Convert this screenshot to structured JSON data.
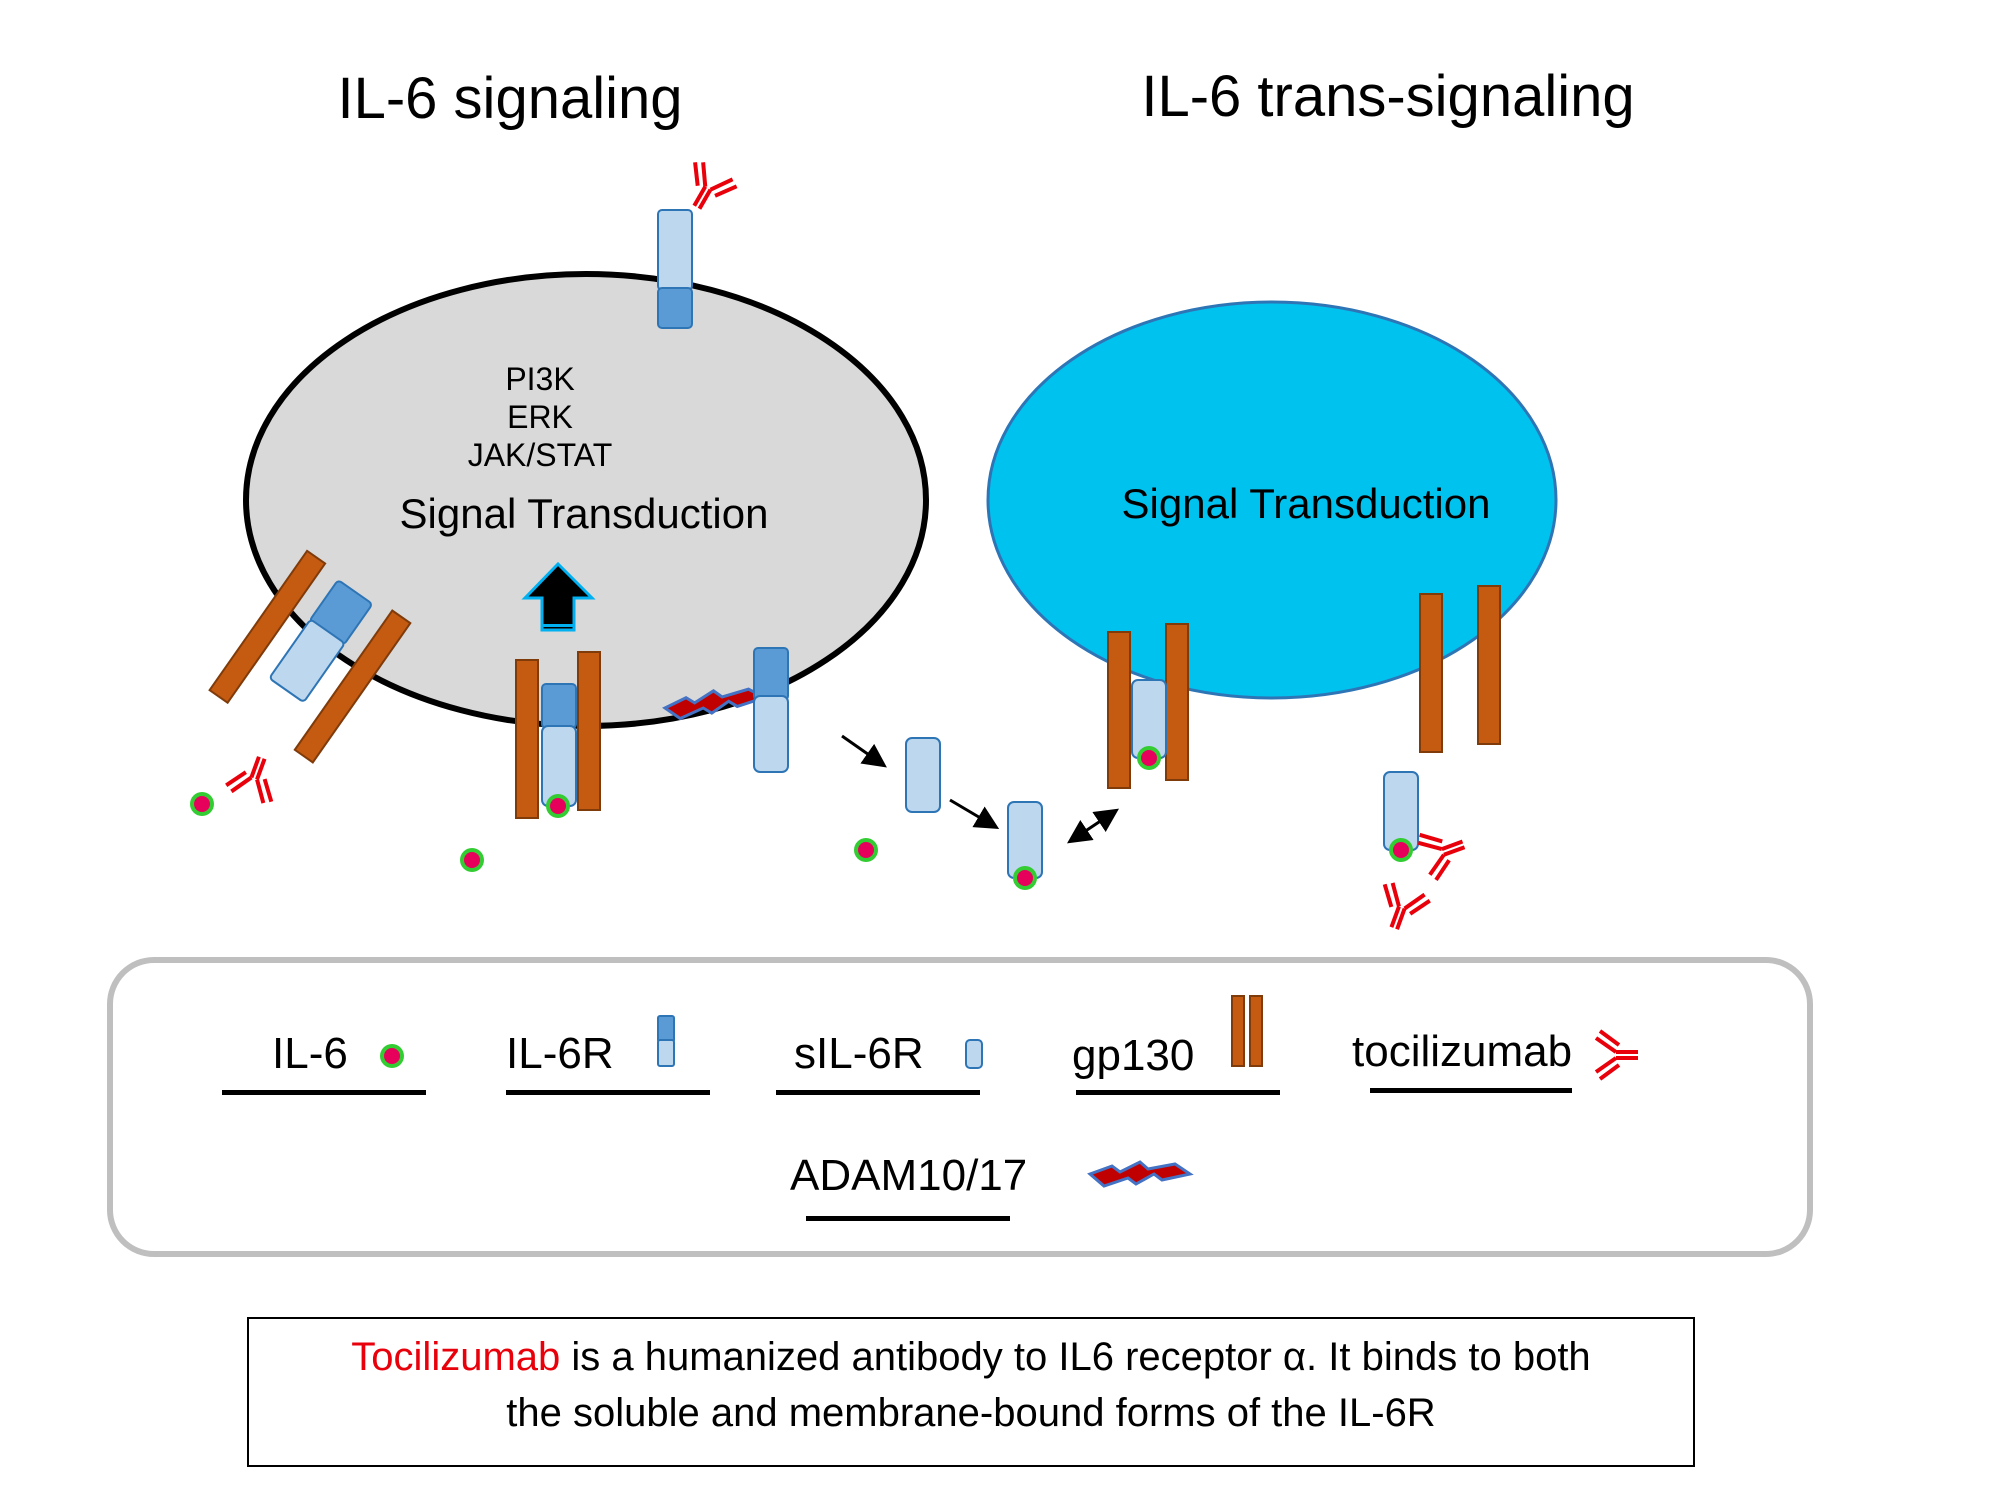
{
  "titles": {
    "left": "IL-6 signaling",
    "right": "IL-6 trans-signaling"
  },
  "left_cell": {
    "pathways": [
      "PI3K",
      "ERK",
      "JAK/STAT"
    ],
    "label": "Signal Transduction",
    "fill_color": "#d9d9d9"
  },
  "right_cell": {
    "label": "Signal Transduction",
    "fill_color": "#00c2ef"
  },
  "legend": {
    "items": {
      "il6": "IL-6",
      "il6r": "IL-6R",
      "sil6r": "sIL-6R",
      "gp130": "gp130",
      "tocilizumab": "tocilizumab",
      "adam": "ADAM10/17"
    }
  },
  "caption": {
    "highlight": "Tocilizumab",
    "line1_rest": " is a humanized antibody to IL6 receptor α.  It binds to both",
    "line2": "the soluble and membrane-bound forms of the IL-6R"
  },
  "colors": {
    "gp130": "#c55a11",
    "receptor_light": "#bdd7ee",
    "receptor_dark": "#5b9bd5",
    "il6_core": "#e6005c",
    "il6_ring": "#33cc33",
    "antibody": "#e8000b",
    "adam_fill": "#c00000",
    "adam_edge": "#4472c4"
  },
  "icons": {
    "antibody": "y-shaped-antibody-icon",
    "il6": "dot-icon",
    "adam": "lightning-enzyme-icon",
    "transduction": "up-arrow-icon"
  }
}
